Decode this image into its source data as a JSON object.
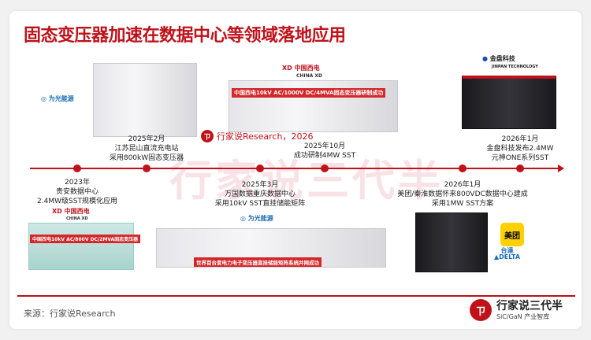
{
  "title": "固态变压器加速在数据中心等领域落地应用",
  "watermark": "行家说三代半",
  "research_tag": "行家说Research，2026",
  "events_top": [
    {
      "date": "2025年2月",
      "lines": [
        "江苏昆山直流充电站",
        "采用800kW固态变压器"
      ]
    },
    {
      "date": "2025年10月",
      "lines": [
        "成功研制4MW SST"
      ]
    },
    {
      "date": "2026年1月",
      "lines": [
        "金盘科技发布2.4MW",
        "元神ONE系列SST"
      ]
    }
  ],
  "events_bottom": [
    {
      "date": "2023年",
      "lines": [
        "贵安数据中心",
        "2.4MW级SST规模化应用"
      ]
    },
    {
      "date": "2025年3月",
      "lines": [
        "万国数据重庆数据中心",
        "采用10kV SST直挂储能矩阵"
      ]
    },
    {
      "date": "2026年1月",
      "lines": [
        "美团/秦淮数据怀来800VDC数据中心建成",
        "采用1MW SST方案"
      ]
    }
  ],
  "logos": {
    "weiguang": "为光能源",
    "xd_cn": "中国西电",
    "xd_en": "CHINA XD",
    "jinpan": "金盘科技",
    "jinpan_en": "JINPAN TECHNOLOGY",
    "meituan": "美团",
    "delta_cn": "台達",
    "delta_en": "DELTA"
  },
  "banners": {
    "xd_4mw": "中国西电10kV AC/1000V DC/4MVA固态变压器研制成功",
    "xd_2mw": "中国西电10kV AC/800V DC/2MVA固态变压器",
    "weiguang": "世界首台套电力电子变压器直挂储能矩阵系统并网成功"
  },
  "footer": {
    "source": "来源：行家说Research",
    "brand_name": "行家说三代半",
    "brand_sub": "SiC/GaN 产业智库"
  },
  "colors": {
    "accent": "#c0121b"
  }
}
